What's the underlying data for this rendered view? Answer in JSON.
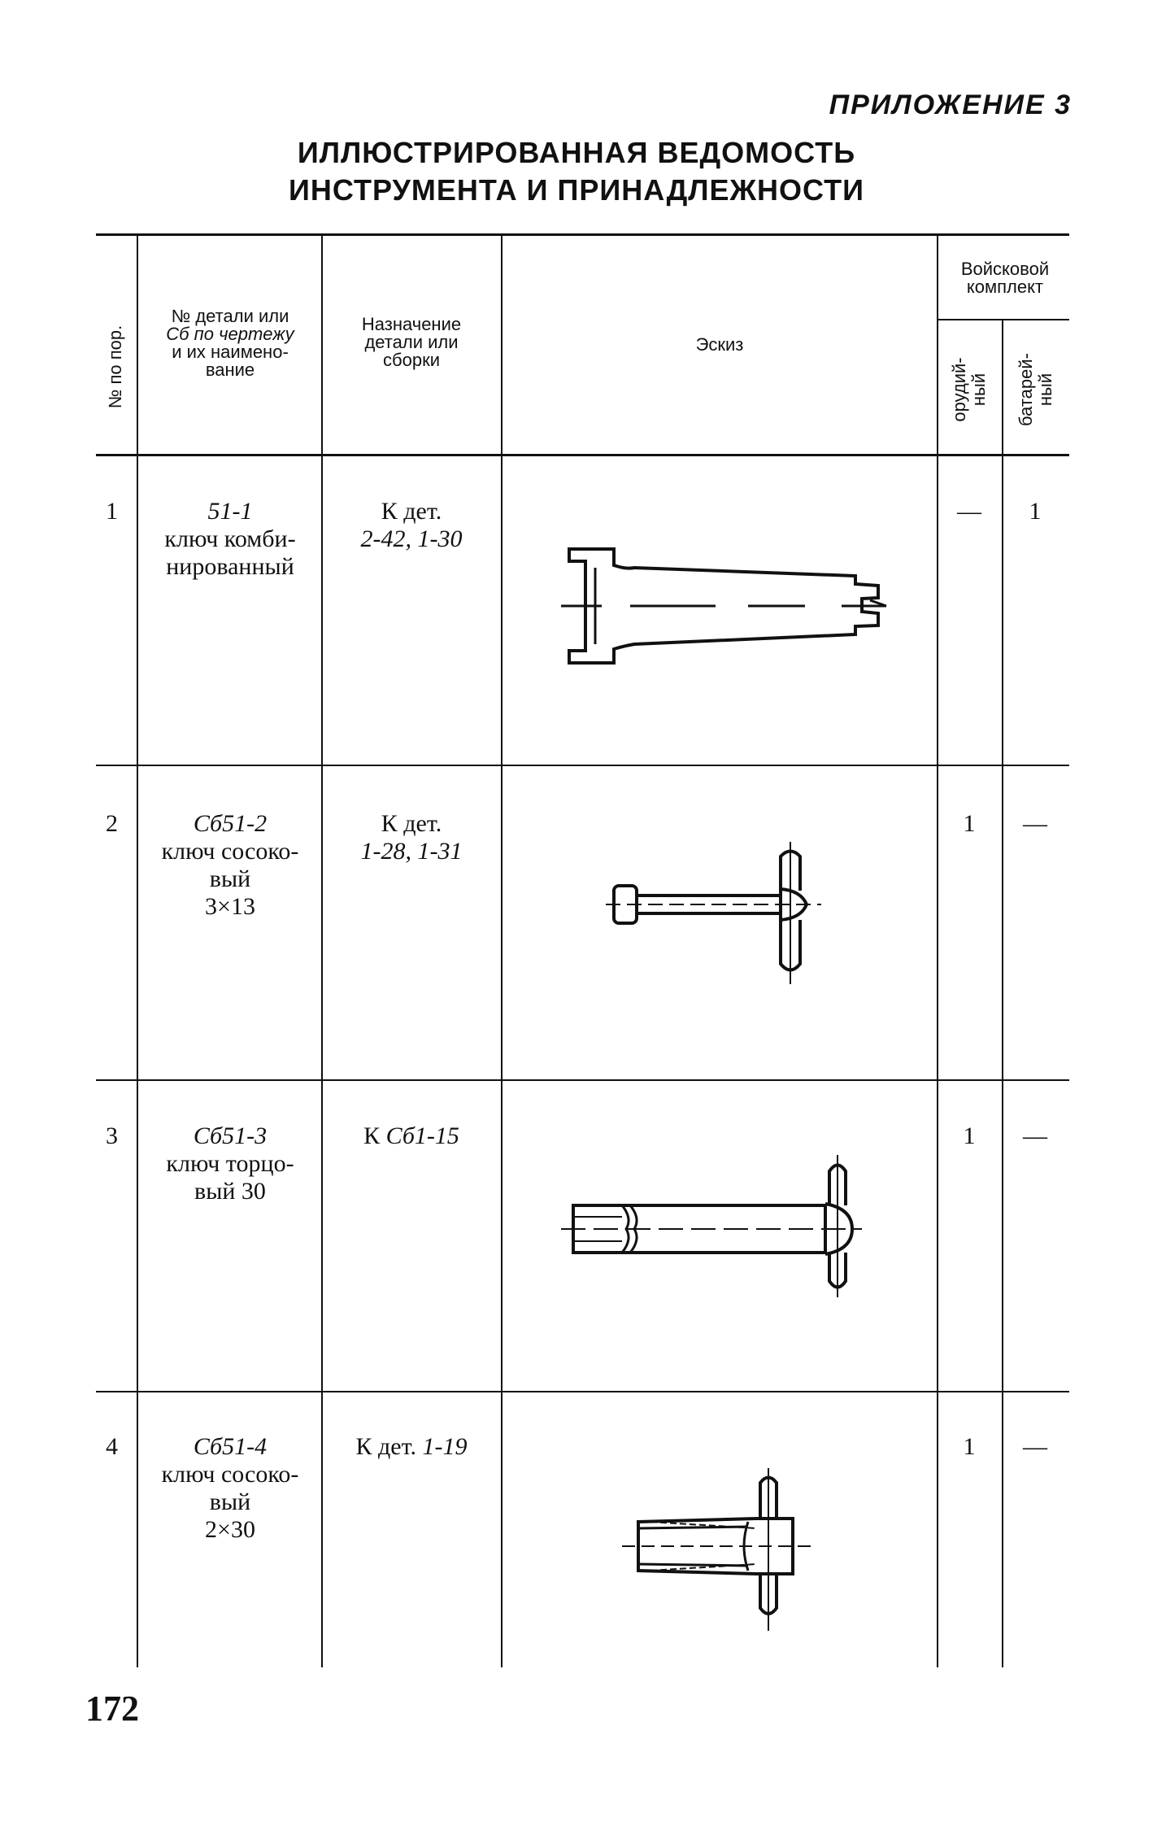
{
  "appendix_label": "ПРИЛОЖЕНИЕ 3",
  "title_line1": "ИЛЛЮСТРИРОВАННАЯ ВЕДОМОСТЬ",
  "title_line2": "ИНСТРУМЕНТА И ПРИНАДЛЕЖНОСТИ",
  "headers": {
    "num": "№ по пор.",
    "part_l1": "№ детали или",
    "part_l2": "Сб по чертежу",
    "part_l3": "и их наимено-",
    "part_l4": "вание",
    "purpose_l1": "Назначение",
    "purpose_l2": "детали или",
    "purpose_l3": "сборки",
    "sketch": "Эскиз",
    "kit": "Войсковой",
    "kit_l2": "комплект",
    "gun_l1": "орудий-",
    "gun_l2": "ный",
    "battery_l1": "батарей-",
    "battery_l2": "ный"
  },
  "rows": [
    {
      "num": "1",
      "code": "51-1",
      "name_l1": "ключ комби-",
      "name_l2": "нированный",
      "name_l3": "",
      "purpose_pre": "К дет.",
      "purpose_code": "2-42, 1-30",
      "gun": "—",
      "battery": "1"
    },
    {
      "num": "2",
      "code": "Сб51-2",
      "name_l1": "ключ сосоко-",
      "name_l2": "вый",
      "name_l3": "3×13",
      "purpose_pre": "К дет.",
      "purpose_code": "1-28, 1-31",
      "gun": "1",
      "battery": "—"
    },
    {
      "num": "3",
      "code": "Сб51-3",
      "name_l1": "ключ торцо-",
      "name_l2": "вый 30",
      "name_l3": "",
      "purpose_pre": "К",
      "purpose_code": "Сб1-15",
      "gun": "1",
      "battery": "—"
    },
    {
      "num": "4",
      "code": "Сб51-4",
      "name_l1": "ключ сосоко-",
      "name_l2": "вый",
      "name_l3": "2×30",
      "purpose_pre": "К дет.",
      "purpose_code": "1-19",
      "gun": "1",
      "battery": "—"
    }
  ],
  "page_number": "172"
}
